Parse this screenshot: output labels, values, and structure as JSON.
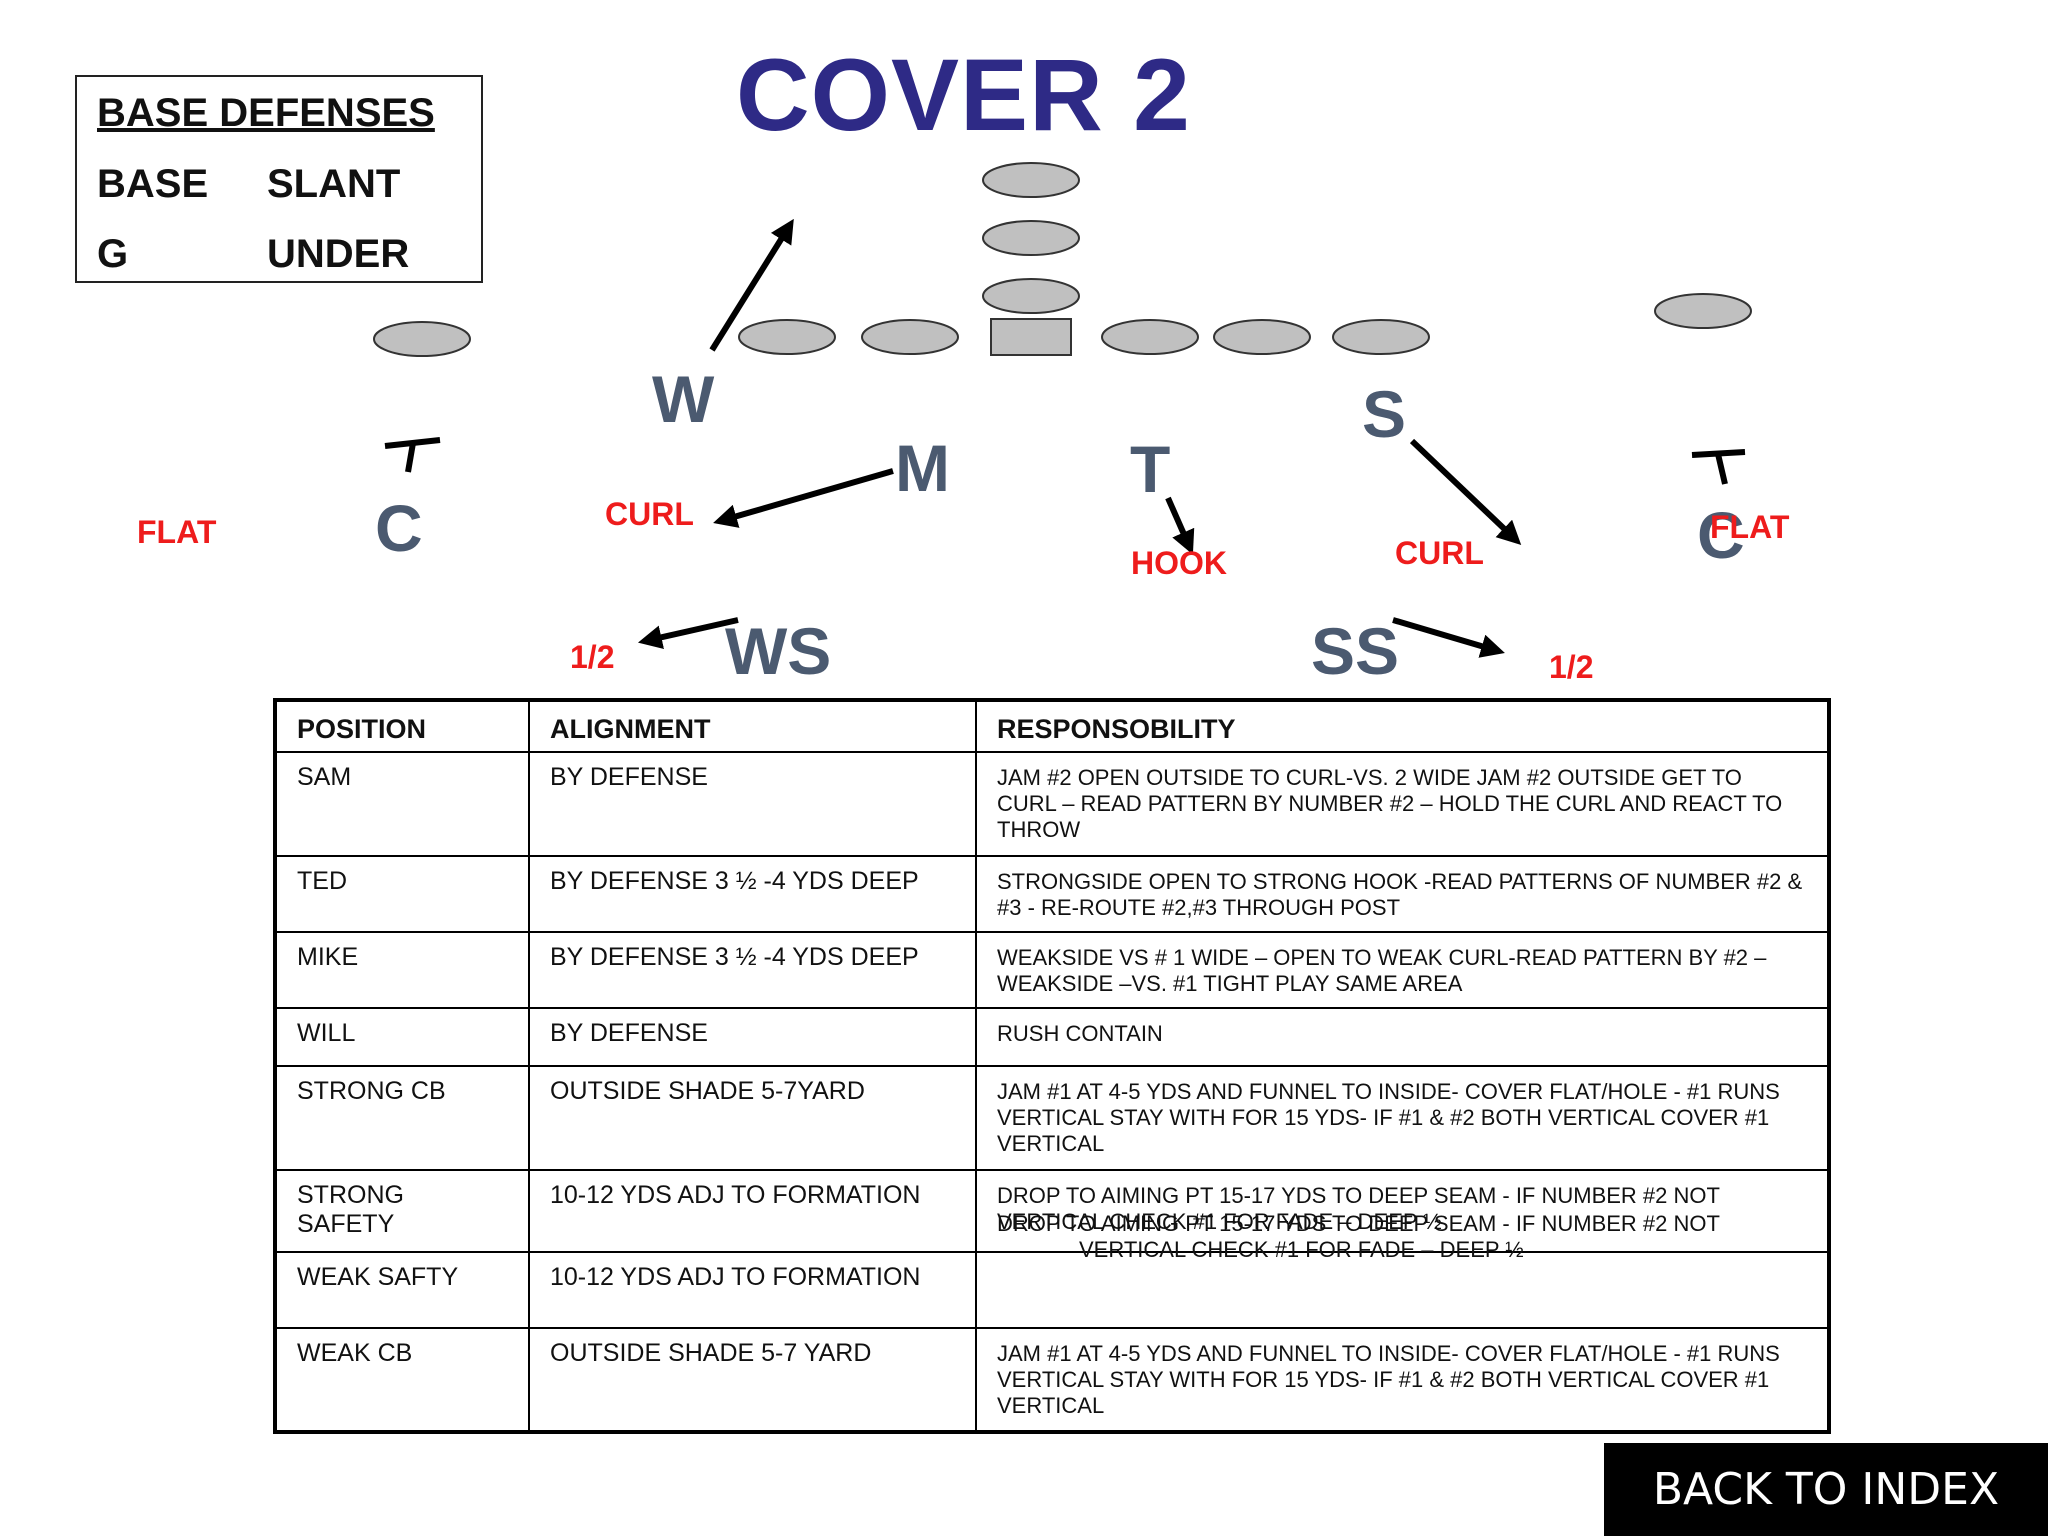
{
  "title": "COVER 2",
  "legend": {
    "heading": "BASE DEFENSES",
    "rows": [
      [
        "BASE",
        "SLANT"
      ],
      [
        "G",
        "UNDER"
      ]
    ]
  },
  "players": {
    "W": "W",
    "M": "M",
    "T": "T",
    "S": "S",
    "C_left": "C",
    "C_right": "C",
    "WS": "WS",
    "SS": "SS",
    "T_marker_left": "T",
    "T_marker_right": "T"
  },
  "zones": {
    "flat_left": "FLAT",
    "curl_left": "CURL",
    "hook": "HOOK",
    "curl_right": "CURL",
    "flat_right": "FLAT",
    "half_left": "1/2",
    "half_right": "1/2"
  },
  "colors": {
    "title": "#2e2a86",
    "player": "#4b5a70",
    "zone": "#ee1c1c",
    "offense_fill": "#c0c0c0"
  },
  "table": {
    "headers": [
      "POSITION",
      "ALIGNMENT",
      "RESPONSOBILITY"
    ],
    "rows": [
      {
        "position": "SAM",
        "alignment": "BY DEFENSE",
        "responsibility": "JAM #2 OPEN OUTSIDE TO CURL-VS. 2 WIDE JAM #2 OUTSIDE GET TO CURL – READ PATTERN BY NUMBER #2 – HOLD THE CURL AND REACT TO THROW"
      },
      {
        "position": "TED",
        "alignment": "BY DEFENSE 3 ½ -4 YDS DEEP",
        "responsibility": "STRONGSIDE OPEN TO  STRONG HOOK -READ PATTERNS OF NUMBER #2 & #3 - RE-ROUTE #2,#3 THROUGH POST"
      },
      {
        "position": "MIKE",
        "alignment": "BY DEFENSE 3 ½ -4 YDS DEEP",
        "responsibility": "WEAKSIDE VS # 1 WIDE – OPEN TO WEAK  CURL-READ PATTERN BY #2 – WEAKSIDE –VS. #1 TIGHT PLAY SAME AREA"
      },
      {
        "position": "WILL",
        "alignment": "BY DEFENSE",
        "responsibility": " RUSH CONTAIN"
      },
      {
        "position": "STRONG CB",
        "alignment": "OUTSIDE SHADE 5-7YARD",
        "responsibility": "JAM #1 AT 4-5 YDS AND FUNNEL TO INSIDE- COVER FLAT/HOLE - #1 RUNS VERTICAL STAY WITH FOR 15 YDS- IF #1 & #2 BOTH VERTICAL COVER #1 VERTICAL"
      },
      {
        "position": "STRONG SAFETY",
        "alignment": "10-12 YDS ADJ TO FORMATION",
        "responsibility": "DROP TO AIMING PT 15-17 YDS TO DEEP SEAM -  IF NUMBER #2 NOT VERTICAL CHECK #1 FOR FADE – DEEP ½"
      },
      {
        "position": "WEAK SAFTY",
        "alignment": "10-12 YDS ADJ TO FORMATION",
        "responsibility": ""
      },
      {
        "position": "WEAK CB",
        "alignment": "OUTSIDE SHADE 5-7 YARD",
        "responsibility": "JAM #1 AT 4-5 YDS AND FUNNEL TO INSIDE- COVER FLAT/HOLE - #1 RUNS VERTICAL STAY WITH FOR 15 YDS- IF #1 & #2 BOTH VERTICAL COVER #1 VERTICAL"
      }
    ],
    "overflow_text_line1": "DROP TO AIMING PT 15-17 YDS TO DEEP SEAM -  IF NUMBER #2 NOT",
    "overflow_text_line2": "VERTICAL CHECK #1 FOR FADE – DEEP ½"
  },
  "back_button": "BACK TO INDEX"
}
